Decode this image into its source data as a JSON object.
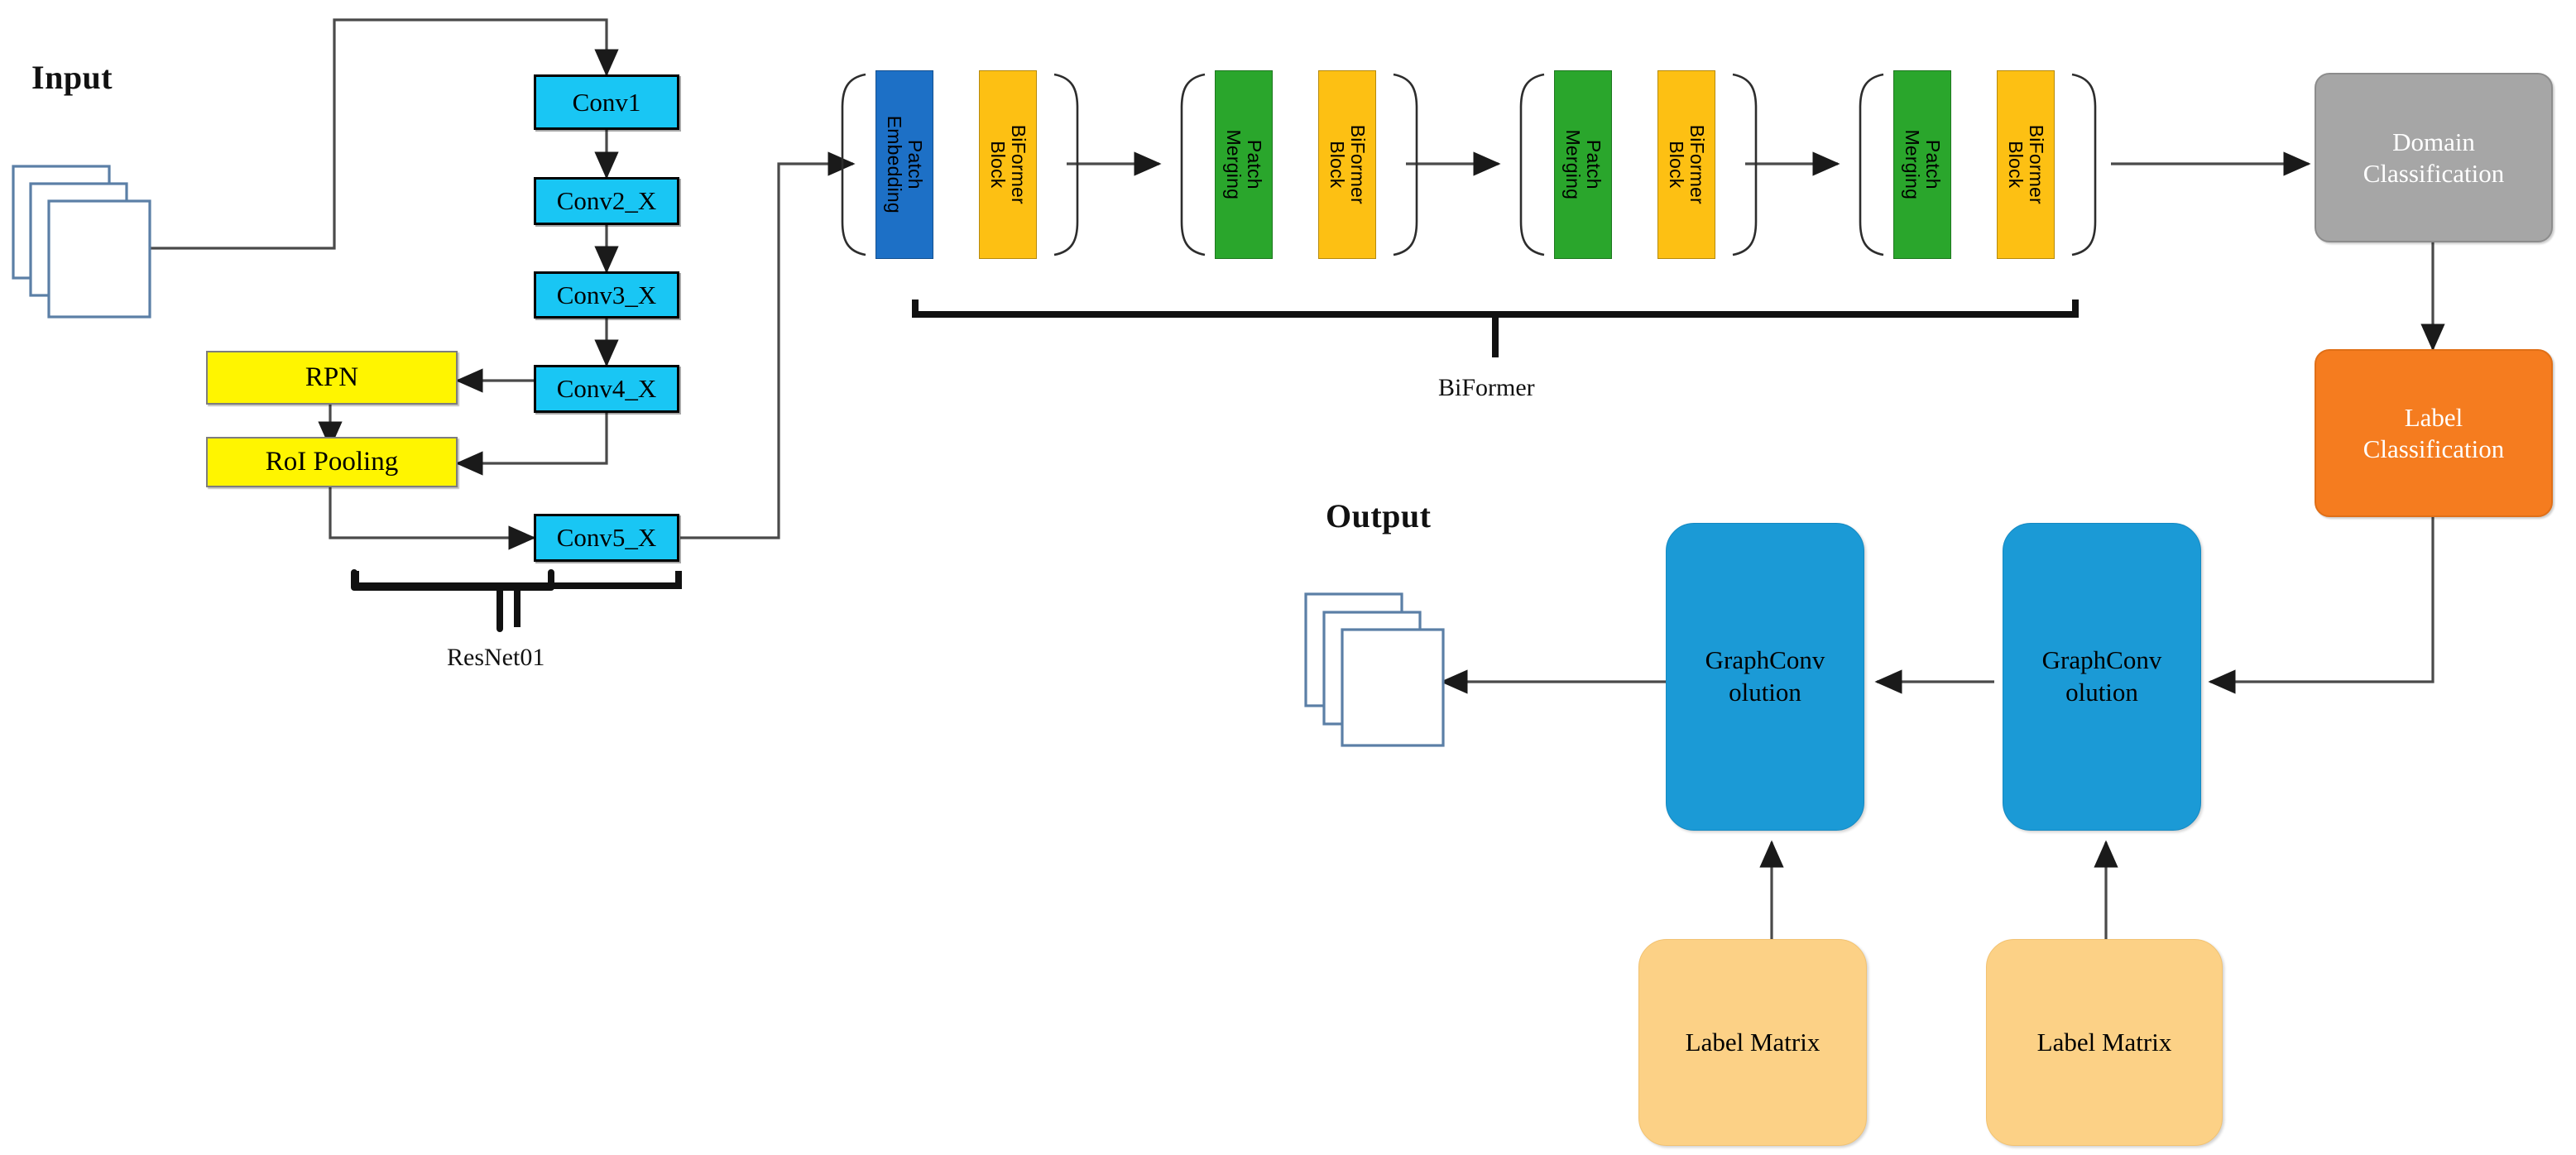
{
  "headings": {
    "input": "Input",
    "output": "Output"
  },
  "captions": {
    "resnet": "ResNet01",
    "biformer": "BiFormer"
  },
  "backbone": {
    "boxes": [
      {
        "label": "Conv1"
      },
      {
        "label": "Conv2_X"
      },
      {
        "label": "Conv3_X"
      },
      {
        "label": "Conv4_X"
      },
      {
        "label": "Conv5_X"
      }
    ]
  },
  "detector": {
    "rpn": "RPN",
    "roi_pooling": "RoI Pooling"
  },
  "biformer": {
    "stages": [
      {
        "first": "Patch Embedding",
        "first_color": "blue",
        "second": "BiFormer Block"
      },
      {
        "first": "Patch Merging",
        "first_color": "green",
        "second": "BiFormer Block"
      },
      {
        "first": "Patch Merging",
        "first_color": "green",
        "second": "BiFormer Block"
      },
      {
        "first": "Patch Merging",
        "first_color": "green",
        "second": "BiFormer Block"
      }
    ]
  },
  "classifiers": {
    "domain": "Domain Classification",
    "domain_line1": "Domain",
    "domain_line2": "Classification",
    "label": "Label Classification",
    "label_line1": "Label",
    "label_line2": "Classification"
  },
  "graph": {
    "gcn_line1": "GraphConv",
    "gcn_line2": "olution",
    "gcn_left": "GraphConvolution",
    "gcn_right": "GraphConvolution",
    "label_matrix_left": "Label Matrix",
    "label_matrix_right": "Label Matrix"
  },
  "colors": {
    "conv_cyan": "#19c6f4",
    "rpn_yellow": "#fff500",
    "patch_embedding_blue": "#1d70c6",
    "patch_merging_green": "#2aa62c",
    "biformer_block_yellow": "#fdc013",
    "domain_grey": "#a6a6a6",
    "label_orange": "#f57c1f",
    "gcn_blue": "#1b9ad6",
    "label_matrix_tan": "#fcd186",
    "stroke": "#404040",
    "image_stack_outline": "#5b7fa6"
  }
}
